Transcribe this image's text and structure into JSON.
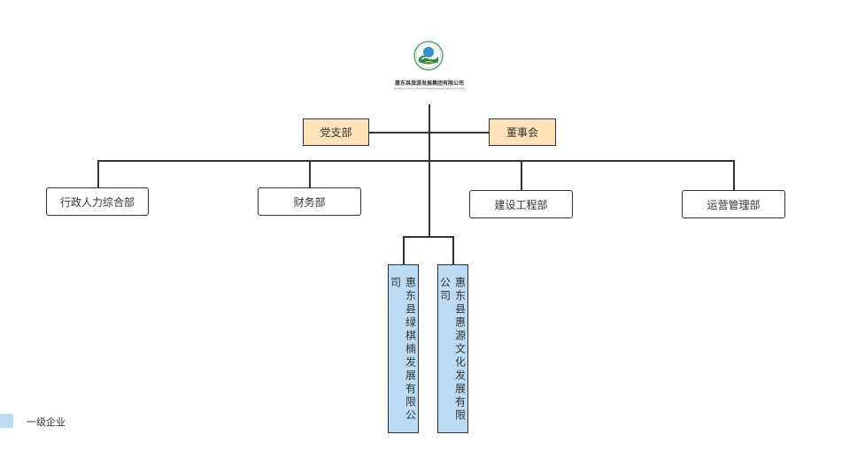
{
  "header": {
    "company_name_cn": "惠东县旅游发展集团有限公司",
    "company_name_en": "Huidong County Tourism Development Group Co.,LTD",
    "logo_icon": "company-logo-icon"
  },
  "side_boxes": {
    "left": "党支部",
    "right": "董事会"
  },
  "departments": [
    "行政人力综合部",
    "财务部",
    "建设工程部",
    "运营管理部"
  ],
  "subsidiaries": [
    "惠东县绿棋楠发展有限公司",
    "惠东县惠源文化发展有限公司"
  ],
  "legend": {
    "label": "一级企业",
    "color": "#bcdcf5"
  },
  "colors": {
    "orange_box": "#fde2b9",
    "blue_box": "#bcdcf5",
    "line": "#333333"
  }
}
